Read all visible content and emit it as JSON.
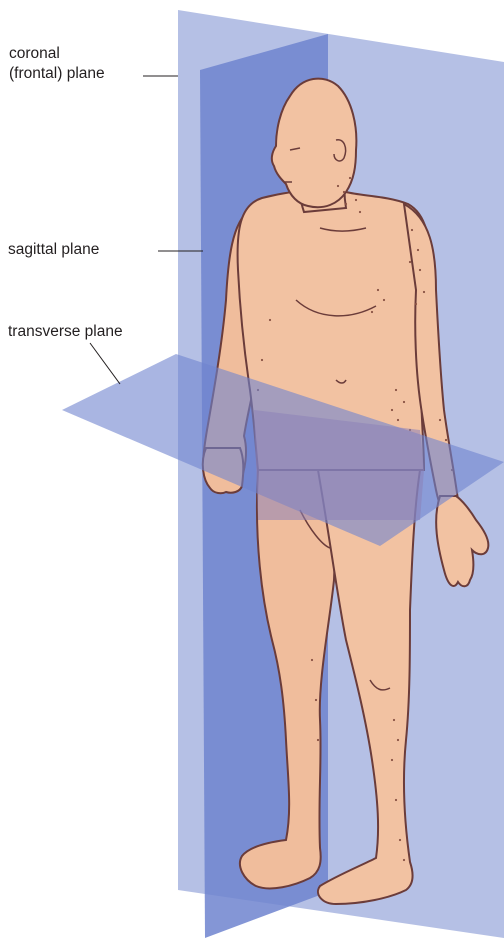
{
  "labels": {
    "coronal": "coronal\n(frontal) plane",
    "sagittal": "sagittal plane",
    "transverse": "transverse plane"
  },
  "colors": {
    "plane_fill": "#7f93d6",
    "plane_dark": "#5a6fc4",
    "skin": "#f2c2a2",
    "outline": "#6b3c3a",
    "stipple": "#8a5244",
    "leader_line": "#231f20"
  }
}
